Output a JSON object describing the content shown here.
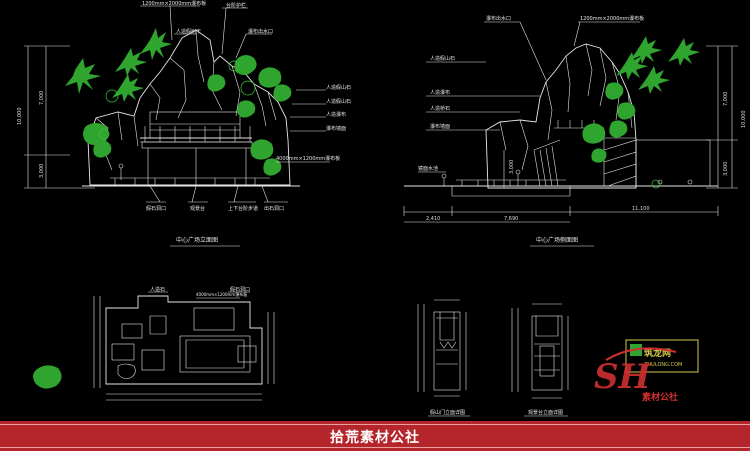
{
  "front_elevation": {
    "title": "中心广场立面图",
    "callouts_top": [
      "1200mm×2000mm瀑布板",
      "台阶护栏"
    ],
    "callouts_right": [
      "人造假山石",
      "人造假山石",
      "人造瀑布",
      "瀑布墙面"
    ],
    "callouts_left": [
      "人造假树干",
      "瀑布出水口"
    ],
    "callout_bottom_right": "4000mm×1200mm瀑布板",
    "callouts_bottom": [
      "假石洞口",
      "观景台",
      "上下台阶步道",
      "出石洞口"
    ],
    "dims": {
      "total_height": "10,000",
      "upper_height": "7,000",
      "lower_height": "3,000"
    }
  },
  "side_elevation": {
    "title": "中心广场侧面图",
    "callouts_left": [
      "人造假山石",
      "人造瀑布",
      "人造桥石",
      "瀑布墙面",
      "镜面水池"
    ],
    "callout_top": "瀑布出水口",
    "callout_top_right": "1200mm×2000mm瀑布板",
    "dims": {
      "total_height": "10,000",
      "upper_height": "7,000",
      "lower_height": "3,000",
      "mid_height": "3,000",
      "bottom_left": "2,410",
      "bottom_mid": "7,690",
      "bottom_total": "11,100"
    }
  },
  "plan": {
    "labels": [
      "人造石",
      "4000mm×1200mm瀑布板",
      "假石洞口"
    ]
  },
  "details": {
    "left_title": "假山门立面详图",
    "right_title": "观景台立面详图"
  },
  "watermark": {
    "logo_text": "SH",
    "brand": "素材公社",
    "stamp_title": "筑龙网",
    "stamp_sub": "ZHULONG.COM"
  },
  "footer": {
    "text": "拾荒素材公社"
  },
  "colors": {
    "background": "#000000",
    "linework": "#e6e6e6",
    "plants": "#2fa52f",
    "footer": "#b5262c",
    "logo": "#d03030"
  }
}
